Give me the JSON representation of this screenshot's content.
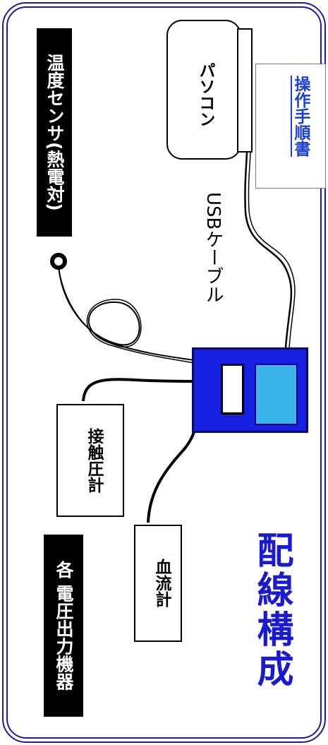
{
  "labels": {
    "temperature_sensor": "温度センサ(熱電対)",
    "voltage_devices": "各 電圧出力機器",
    "pc": "パソコン",
    "manual": "操作手順書",
    "usb_cable": "USBケーブル",
    "contact_manometer": "接触圧計",
    "blood_flow_meter": "血流計",
    "title": "配線構成"
  },
  "colors": {
    "frame": "#1a1aa8",
    "device_body": "#1520e0",
    "device_panel": "#3cb4ea",
    "title": "#1a1ad0",
    "link": "#1a3fd8"
  }
}
